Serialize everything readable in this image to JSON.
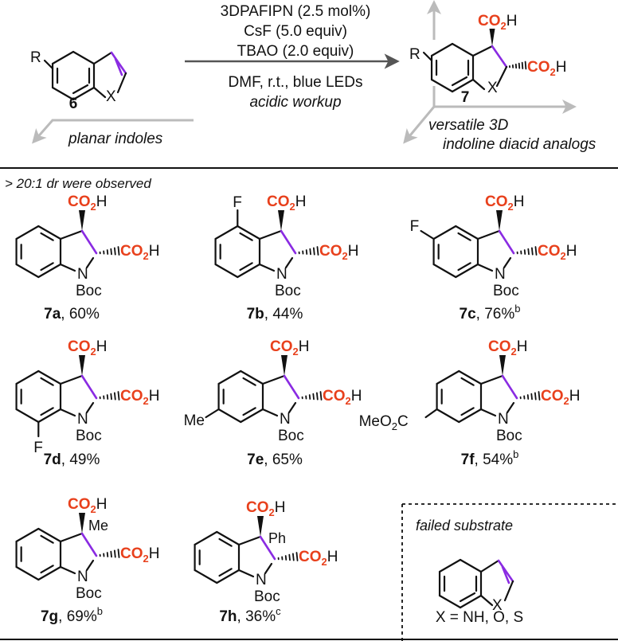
{
  "header": {
    "conditions": [
      "3DPAFIPN (2.5 mol%)",
      "CsF (5.0 equiv)",
      "TBAO (2.0 equiv)",
      "DMF, r.t., blue LEDs",
      "acidic workup"
    ],
    "reactant_id": "6",
    "product_id": "7",
    "reactant_caption": "planar indoles",
    "product_caption": [
      "versatile 3D",
      "indoline diacid analogs"
    ]
  },
  "note": "> 20:1 dr were observed",
  "compounds": [
    {
      "id": "7a",
      "yield": "60%",
      "sup": ""
    },
    {
      "id": "7b",
      "yield": "44%",
      "sup": ""
    },
    {
      "id": "7c",
      "yield": "76%",
      "sup": "b"
    },
    {
      "id": "7d",
      "yield": "49%",
      "sup": ""
    },
    {
      "id": "7e",
      "yield": "65%",
      "sup": ""
    },
    {
      "id": "7f",
      "yield": "54%",
      "sup": "b"
    },
    {
      "id": "7g",
      "yield": "69%",
      "sup": "b"
    },
    {
      "id": "7h",
      "yield": "36%",
      "sup": "c"
    }
  ],
  "failed": {
    "title": "failed substrate",
    "caption": "X = NH, O, S"
  },
  "atoms": {
    "R": "R",
    "X": "X",
    "N": "N",
    "Boc": "Boc",
    "F": "F",
    "Me": "Me",
    "Ph": "Ph",
    "MeO2C": "MeO",
    "CO": "CO",
    "H": "H",
    "two": "2"
  },
  "colors": {
    "acid": "#e8401c",
    "bond": "#8a2be2",
    "arrow": "#bbbbbb"
  }
}
